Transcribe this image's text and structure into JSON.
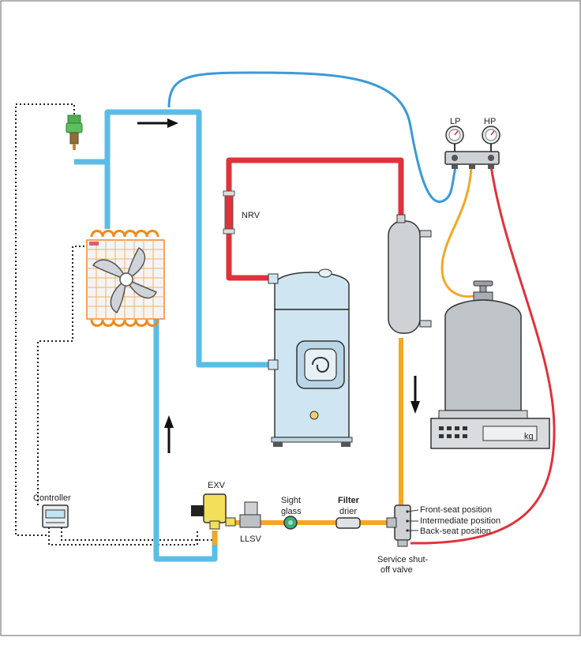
{
  "labels": {
    "nrv": "NRV",
    "lp": "LP",
    "hp": "HP",
    "kg": "kg",
    "controller": "Controller",
    "exv": "EXV",
    "llsv": "LLSV",
    "sight_glass_line1": "Sight",
    "sight_glass_line2": "glass",
    "filter_drier_line1": "Filter",
    "filter_drier_line2": "drier",
    "front_seat": "Front-seat position",
    "intermediate": "Intermediate position",
    "back_seat": "Back-seat position",
    "service_valve_line1": "Service shut-",
    "service_valve_line2": "off valve"
  },
  "colors": {
    "suction_line": "#5bbde6",
    "discharge_line": "#e0323a",
    "liquid_line": "#f5a623",
    "refrigerant_hose": "#3a9ad9",
    "condenser_coil": "#f08a1c",
    "compressor_body": "#cfe6f2",
    "receiver_body": "#cfd2d5",
    "cylinder_body": "#bfc4c8",
    "sensor_green": "#4caf50"
  }
}
